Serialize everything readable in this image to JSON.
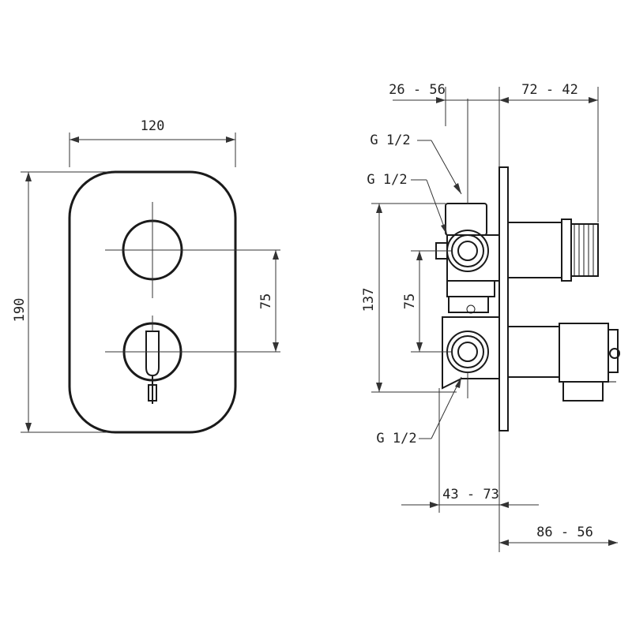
{
  "front_view": {
    "width_label": "120",
    "height_label": "190",
    "spacing_label": "75"
  },
  "side_view": {
    "depth_top_label": "26 - 56",
    "rear_top_label": "72 - 42",
    "thread_labels": [
      "G 1/2",
      "G 1/2",
      "G 1/2"
    ],
    "overall_height_label": "137",
    "spacing_label": "75",
    "depth_bottom_label": "43 - 73",
    "rear_bottom_label": "86 - 56"
  }
}
